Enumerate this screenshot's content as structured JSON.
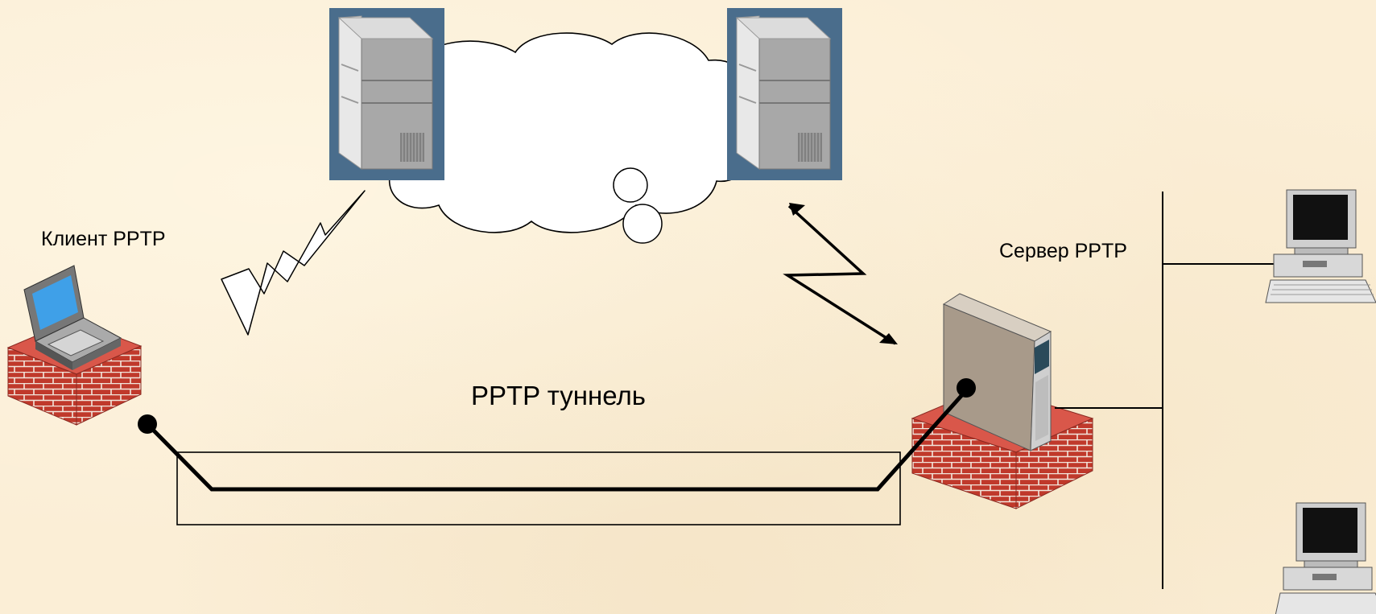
{
  "labels": {
    "client": "Клиент PPTP",
    "server": "Сервер PPTP",
    "tunnel": "PPTP туннель"
  },
  "icons": {
    "client": "laptop-icon",
    "server": "server-tower-icon",
    "firewall": "brick-firewall-icon",
    "isp_servers": "rack-server-icon",
    "internet": "cloud-icon",
    "workstations": "desktop-computer-icon"
  },
  "colors": {
    "background": "#fbeed6",
    "server_panel": "#4a6d8c",
    "brick": "#c0392b"
  }
}
